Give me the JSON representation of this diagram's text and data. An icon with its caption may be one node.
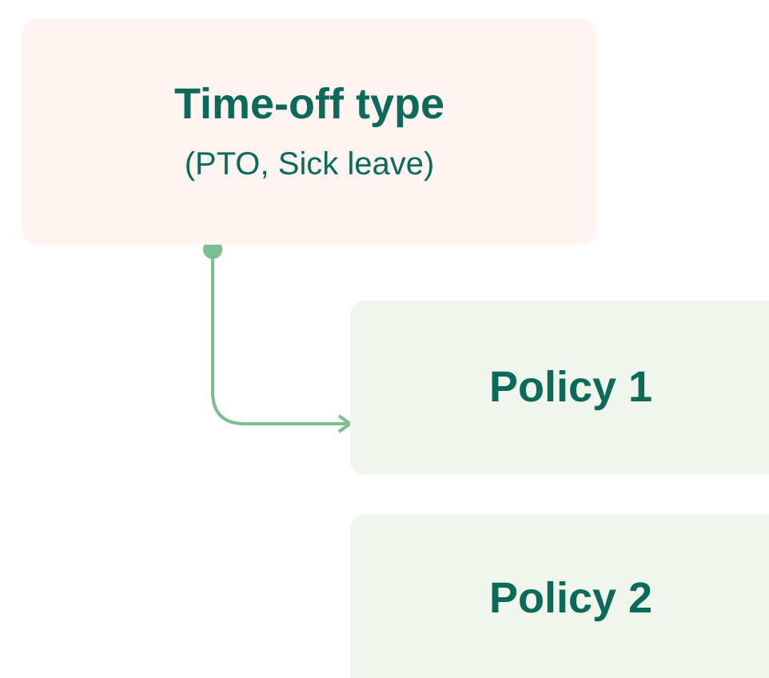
{
  "diagram": {
    "nodes": [
      {
        "text": [
          "Time-off type",
          "(PTO, Sick leave)"
        ]
      },
      {
        "text": [
          "Policy 1"
        ]
      },
      {
        "text": [
          "Policy 2"
        ]
      }
    ],
    "edges": [
      {
        "from": 0,
        "to": 1,
        "arrow": "to"
      }
    ]
  }
}
